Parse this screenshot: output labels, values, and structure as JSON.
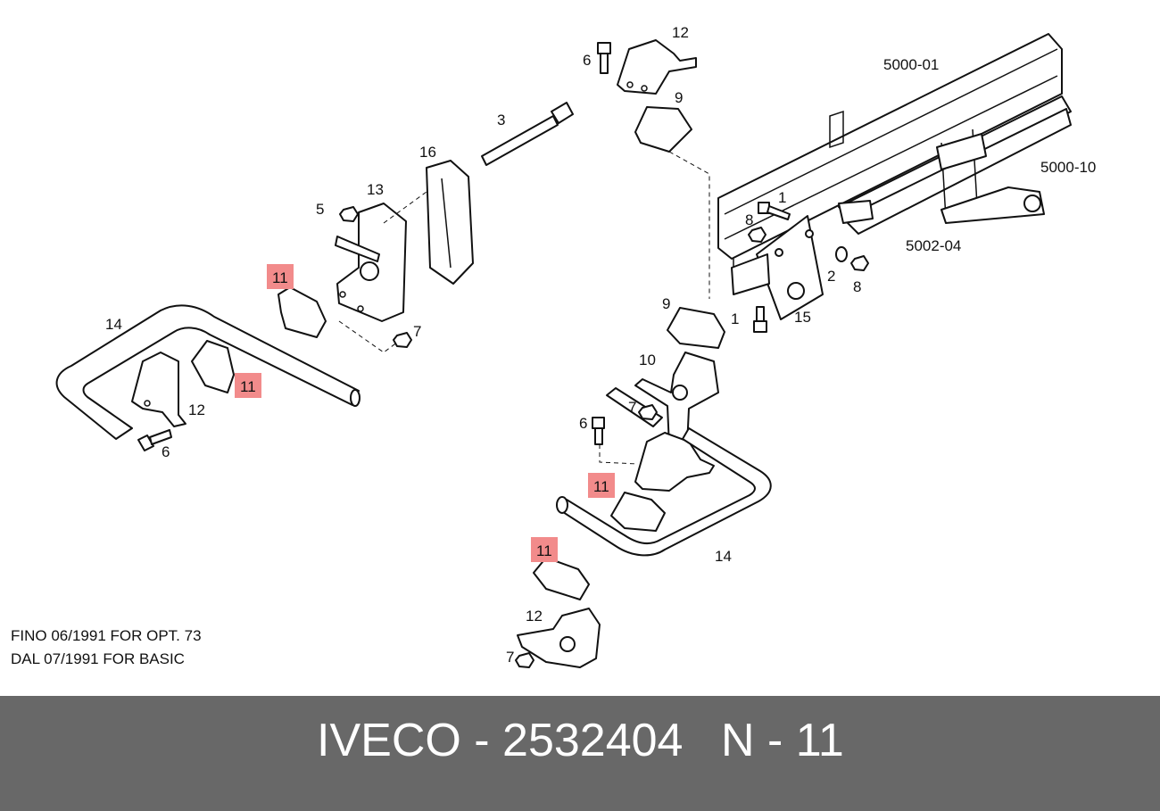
{
  "diagram": {
    "highlight_color": "#f28b8b",
    "labels": {
      "l3": "3",
      "l16": "16",
      "l13": "13",
      "l5": "5",
      "l11a": "11",
      "l7a": "7",
      "l14a": "14",
      "l11b": "11",
      "l12a": "12",
      "l6a": "6",
      "l6b": "6",
      "l12b": "12",
      "l9a": "9",
      "l5000_01": "5000-01",
      "l5000_10": "5000-10",
      "l1a": "1",
      "l8a": "8",
      "l5002_04": "5002-04",
      "l2": "2",
      "l8b": "8",
      "l9b": "9",
      "l1b": "1",
      "l15": "15",
      "l10": "10",
      "l7b": "7",
      "l6c": "6",
      "l11c": "11",
      "l14b": "14",
      "l11d": "11",
      "l12c": "12",
      "l7c": "7"
    },
    "notes": {
      "line1": "FINO 06/1991 FOR OPT. 73",
      "line2": "DAL 07/1991 FOR BASIC"
    }
  },
  "footer": {
    "brand_part": "IVECO - 2532404",
    "ref": "N - 11",
    "background": "#686868"
  }
}
